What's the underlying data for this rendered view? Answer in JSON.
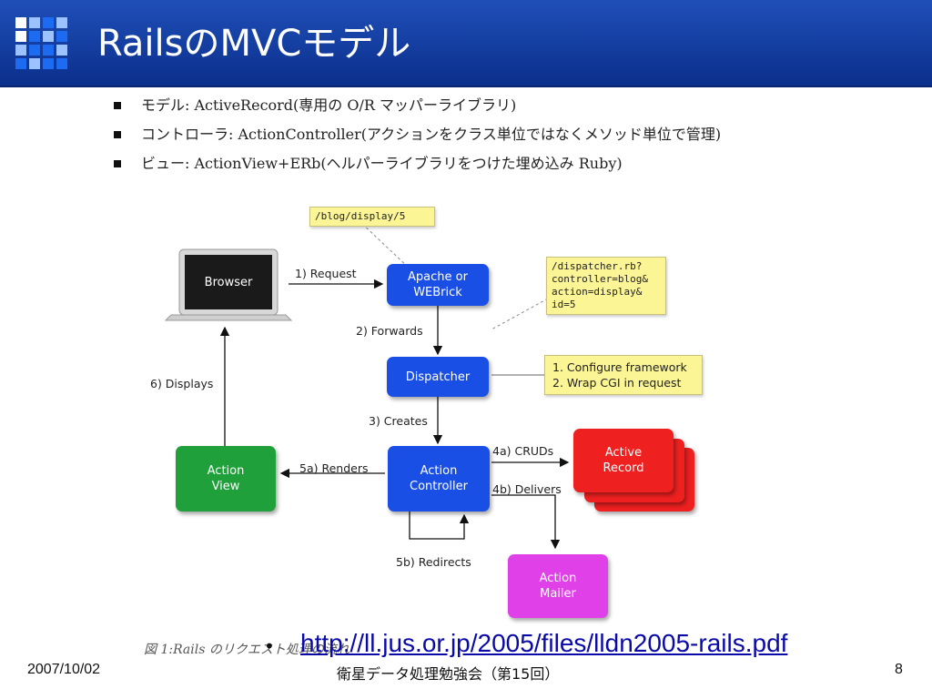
{
  "header": {
    "title": "RailsのMVCモデル"
  },
  "bullets": [
    "モデル:  ActiveRecord(専用の O/R マッパーライブラリ)",
    "コントローラ:   ActionController(アクションをクラス単位ではなくメソッド単位で管理)",
    "ビュー:  ActionView+ERb(ヘルパーライブラリをつけた埋め込み Ruby)"
  ],
  "diagram": {
    "nodes": {
      "browser": "Browser",
      "apache": "Apache or\nWEBrick",
      "dispatcher": "Dispatcher",
      "controller": "Action\nController",
      "view": "Action\nView",
      "record": "Active\nRecord",
      "mailer": "Action\nMailer"
    },
    "notes": {
      "url": "/blog/display/5",
      "dispatch": "/dispatcher.rb?\ncontroller=blog&\naction=display&\nid=5",
      "config": "1. Configure framework\n2. Wrap CGI in request"
    },
    "edges": {
      "request": "1) Request",
      "forwards": "2) Forwards",
      "creates": "3) Creates",
      "cruds": "4a) CRUDs",
      "delivers": "4b) Delivers",
      "renders": "5a) Renders",
      "redirects": "5b) Redirects",
      "displays": "6) Displays"
    },
    "caption": "図 1:Rails のリクエスト処理の流れ"
  },
  "link": {
    "text": "http://ll.jus.or.jp/2005/files/lldn2005-rails.pdf"
  },
  "footer": {
    "date": "2007/10/02",
    "center": "衛星データ処理勉強会（第15回）",
    "page": "8"
  },
  "colors": {
    "header": "#0b2f8c",
    "blue_box": "#1a4fe6",
    "green_box": "#1fa03a",
    "red_box": "#ee2020",
    "magenta_box": "#e040e8",
    "note": "#fbf595",
    "link": "#0a0aa8"
  }
}
